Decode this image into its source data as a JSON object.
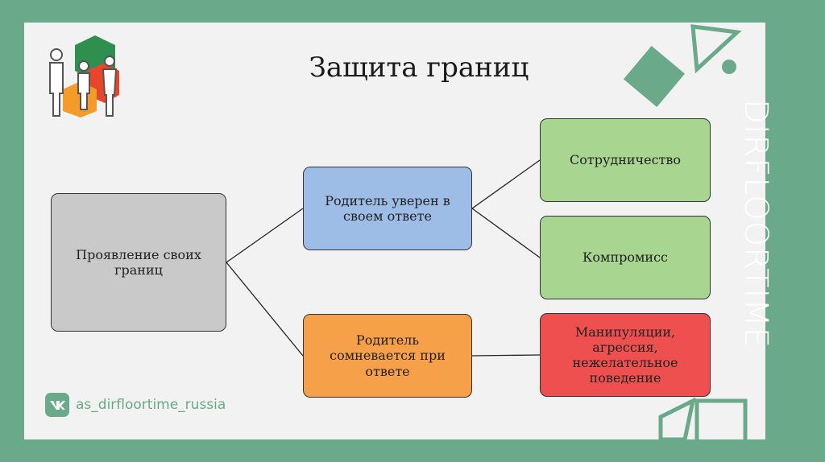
{
  "slide": {
    "title": "Защита границ",
    "brand": "DIRFLOORTIME",
    "vk_handle": "as_dirfloortime_russia",
    "colors": {
      "frame": "#6aa98a",
      "background": "#f2f2f2",
      "root": "#c9c9c9",
      "confident": "#9dbde6",
      "doubt": "#f6a04a",
      "positive": "#a8d590",
      "negative": "#ee5050"
    }
  },
  "diagram": {
    "nodes": [
      {
        "id": "root",
        "label": "Проявление своих границ"
      },
      {
        "id": "confident",
        "label": "Родитель уверен в своем ответе"
      },
      {
        "id": "doubt",
        "label": "Родитель сомневается при ответе"
      },
      {
        "id": "coop",
        "label": "Сотрудничество"
      },
      {
        "id": "comp",
        "label": "Компромисс"
      },
      {
        "id": "manip",
        "label": "Манипуляции, агрессия, нежелательное поведение"
      }
    ],
    "edges": [
      {
        "from": "root",
        "to": "confident"
      },
      {
        "from": "root",
        "to": "doubt"
      },
      {
        "from": "confident",
        "to": "coop"
      },
      {
        "from": "confident",
        "to": "comp"
      },
      {
        "from": "doubt",
        "to": "manip"
      }
    ]
  }
}
